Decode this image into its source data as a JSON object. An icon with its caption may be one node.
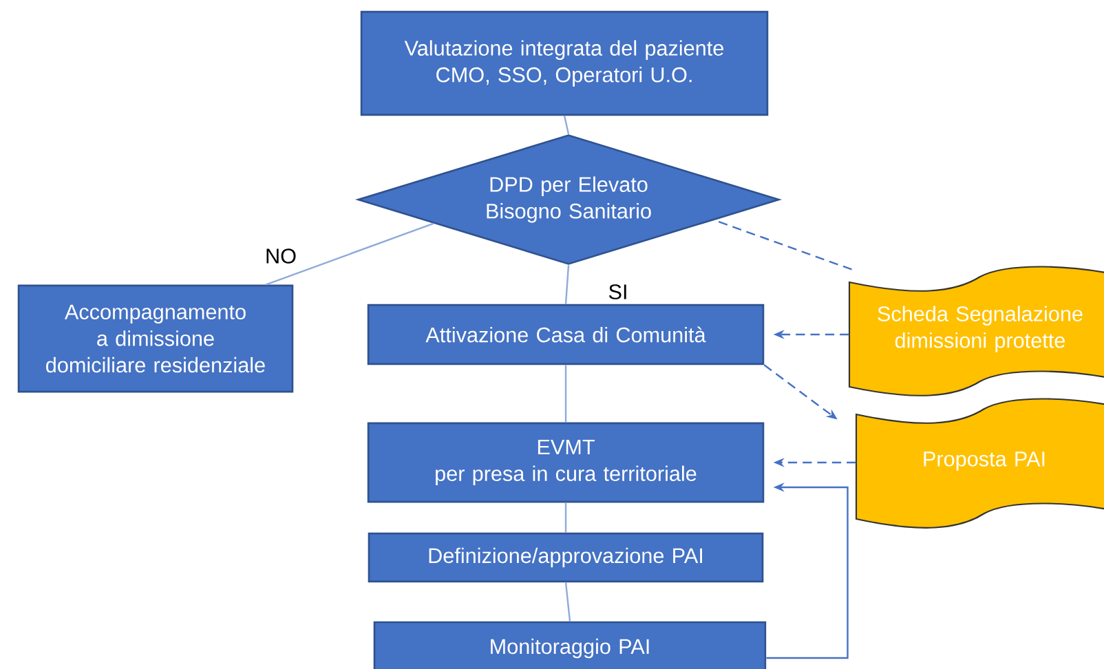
{
  "diagram": {
    "nodes": [
      {
        "text": [
          "Valutazione integrata del paziente",
          "CMO, SSO, Operatori U.O."
        ]
      },
      {
        "text": [
          "DPD per Elevato Bisogno Sanitario"
        ]
      },
      {
        "text": [
          "Accompagnamento a dimissione domiciliare residenziale"
        ]
      },
      {
        "text": [
          "Attivazione Casa di Comunità"
        ]
      },
      {
        "text": [
          "EVMT",
          "per presa in cura territoriale"
        ]
      },
      {
        "text": [
          "Definizione/approvazione PAI"
        ]
      },
      {
        "text": [
          "Monitoraggio PAI"
        ]
      },
      {
        "text": [
          "Scheda Segnalazione dimissioni protette"
        ]
      },
      {
        "text": [
          "Proposta PAI"
        ]
      }
    ],
    "edges": [
      {
        "from": 0,
        "to": 1,
        "arrow": "none"
      },
      {
        "from": 1,
        "to": 2,
        "arrow": "none",
        "label": "NO"
      },
      {
        "from": 1,
        "to": 3,
        "arrow": "none",
        "label": "SI"
      },
      {
        "from": 3,
        "to": 4,
        "arrow": "none"
      },
      {
        "from": 4,
        "to": 5,
        "arrow": "none"
      },
      {
        "from": 5,
        "to": 6,
        "arrow": "none"
      },
      {
        "from": 7,
        "to": 1,
        "arrow": "none",
        "style": "dashed",
        "color": "#4472c4"
      },
      {
        "from": 7,
        "to": 3,
        "arrow": "to",
        "style": "dashed",
        "color": "#4472c4"
      },
      {
        "from": 3,
        "to": 8,
        "arrow": "to",
        "style": "dashed",
        "color": "#4472c4"
      },
      {
        "from": 8,
        "to": 4,
        "arrow": "to",
        "style": "dashed",
        "color": "#4472c4"
      },
      {
        "from": 6,
        "to": 4,
        "arrow": "to",
        "color": "#4472c4"
      }
    ]
  }
}
